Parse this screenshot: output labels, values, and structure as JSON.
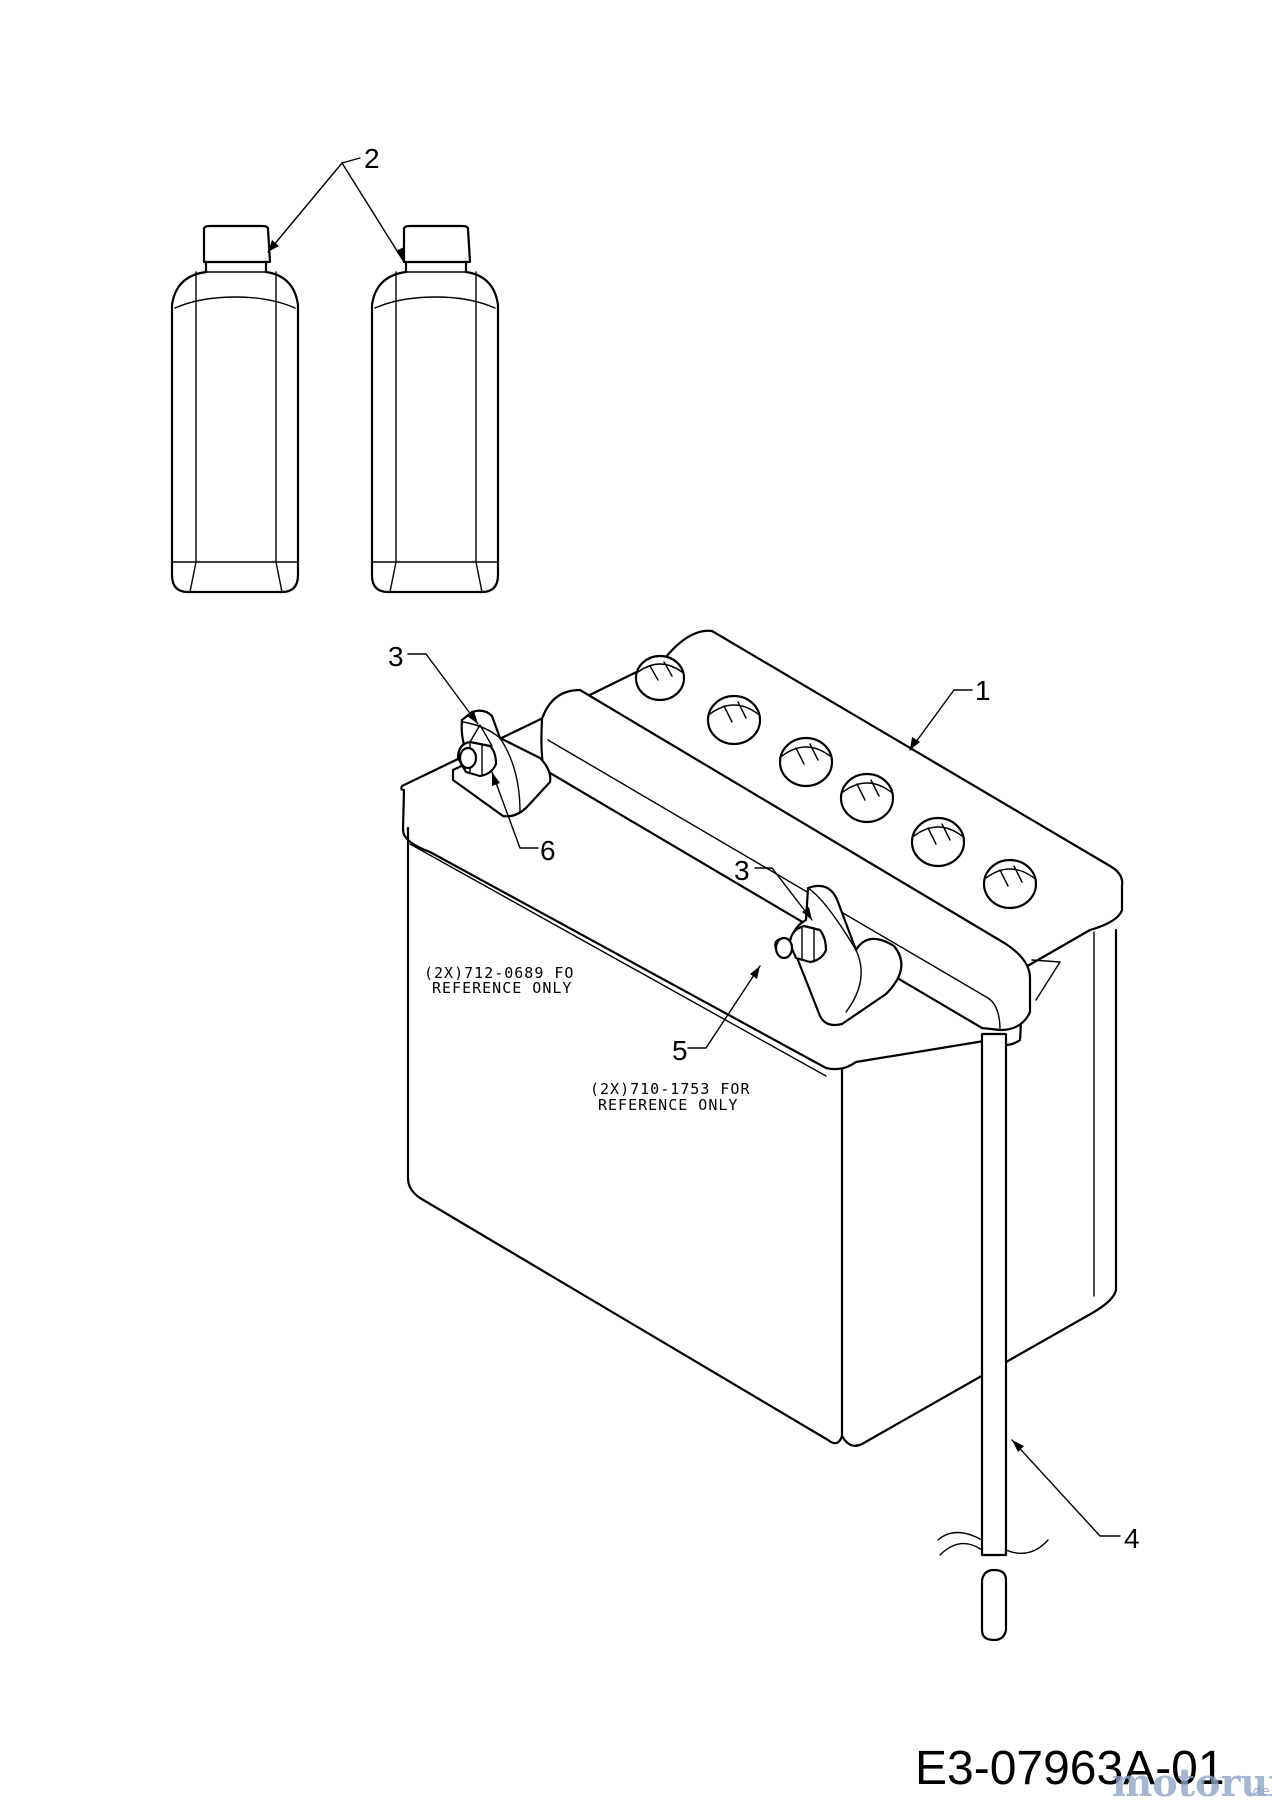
{
  "callouts": {
    "c1": "1",
    "c2": "2",
    "c3a": "3",
    "c3b": "3",
    "c4": "4",
    "c5": "5",
    "c6": "6"
  },
  "notes": {
    "note1_line1": "(2X)712-0689 FO",
    "note1_line2": "REFERENCE ONLY",
    "note2_line1": "(2X)710-1753 FOR",
    "note2_line2": "REFERENCE ONLY"
  },
  "reference_number": "E3-07963A-01",
  "watermark": {
    "text": "motoruf",
    "suffix": ".de"
  }
}
